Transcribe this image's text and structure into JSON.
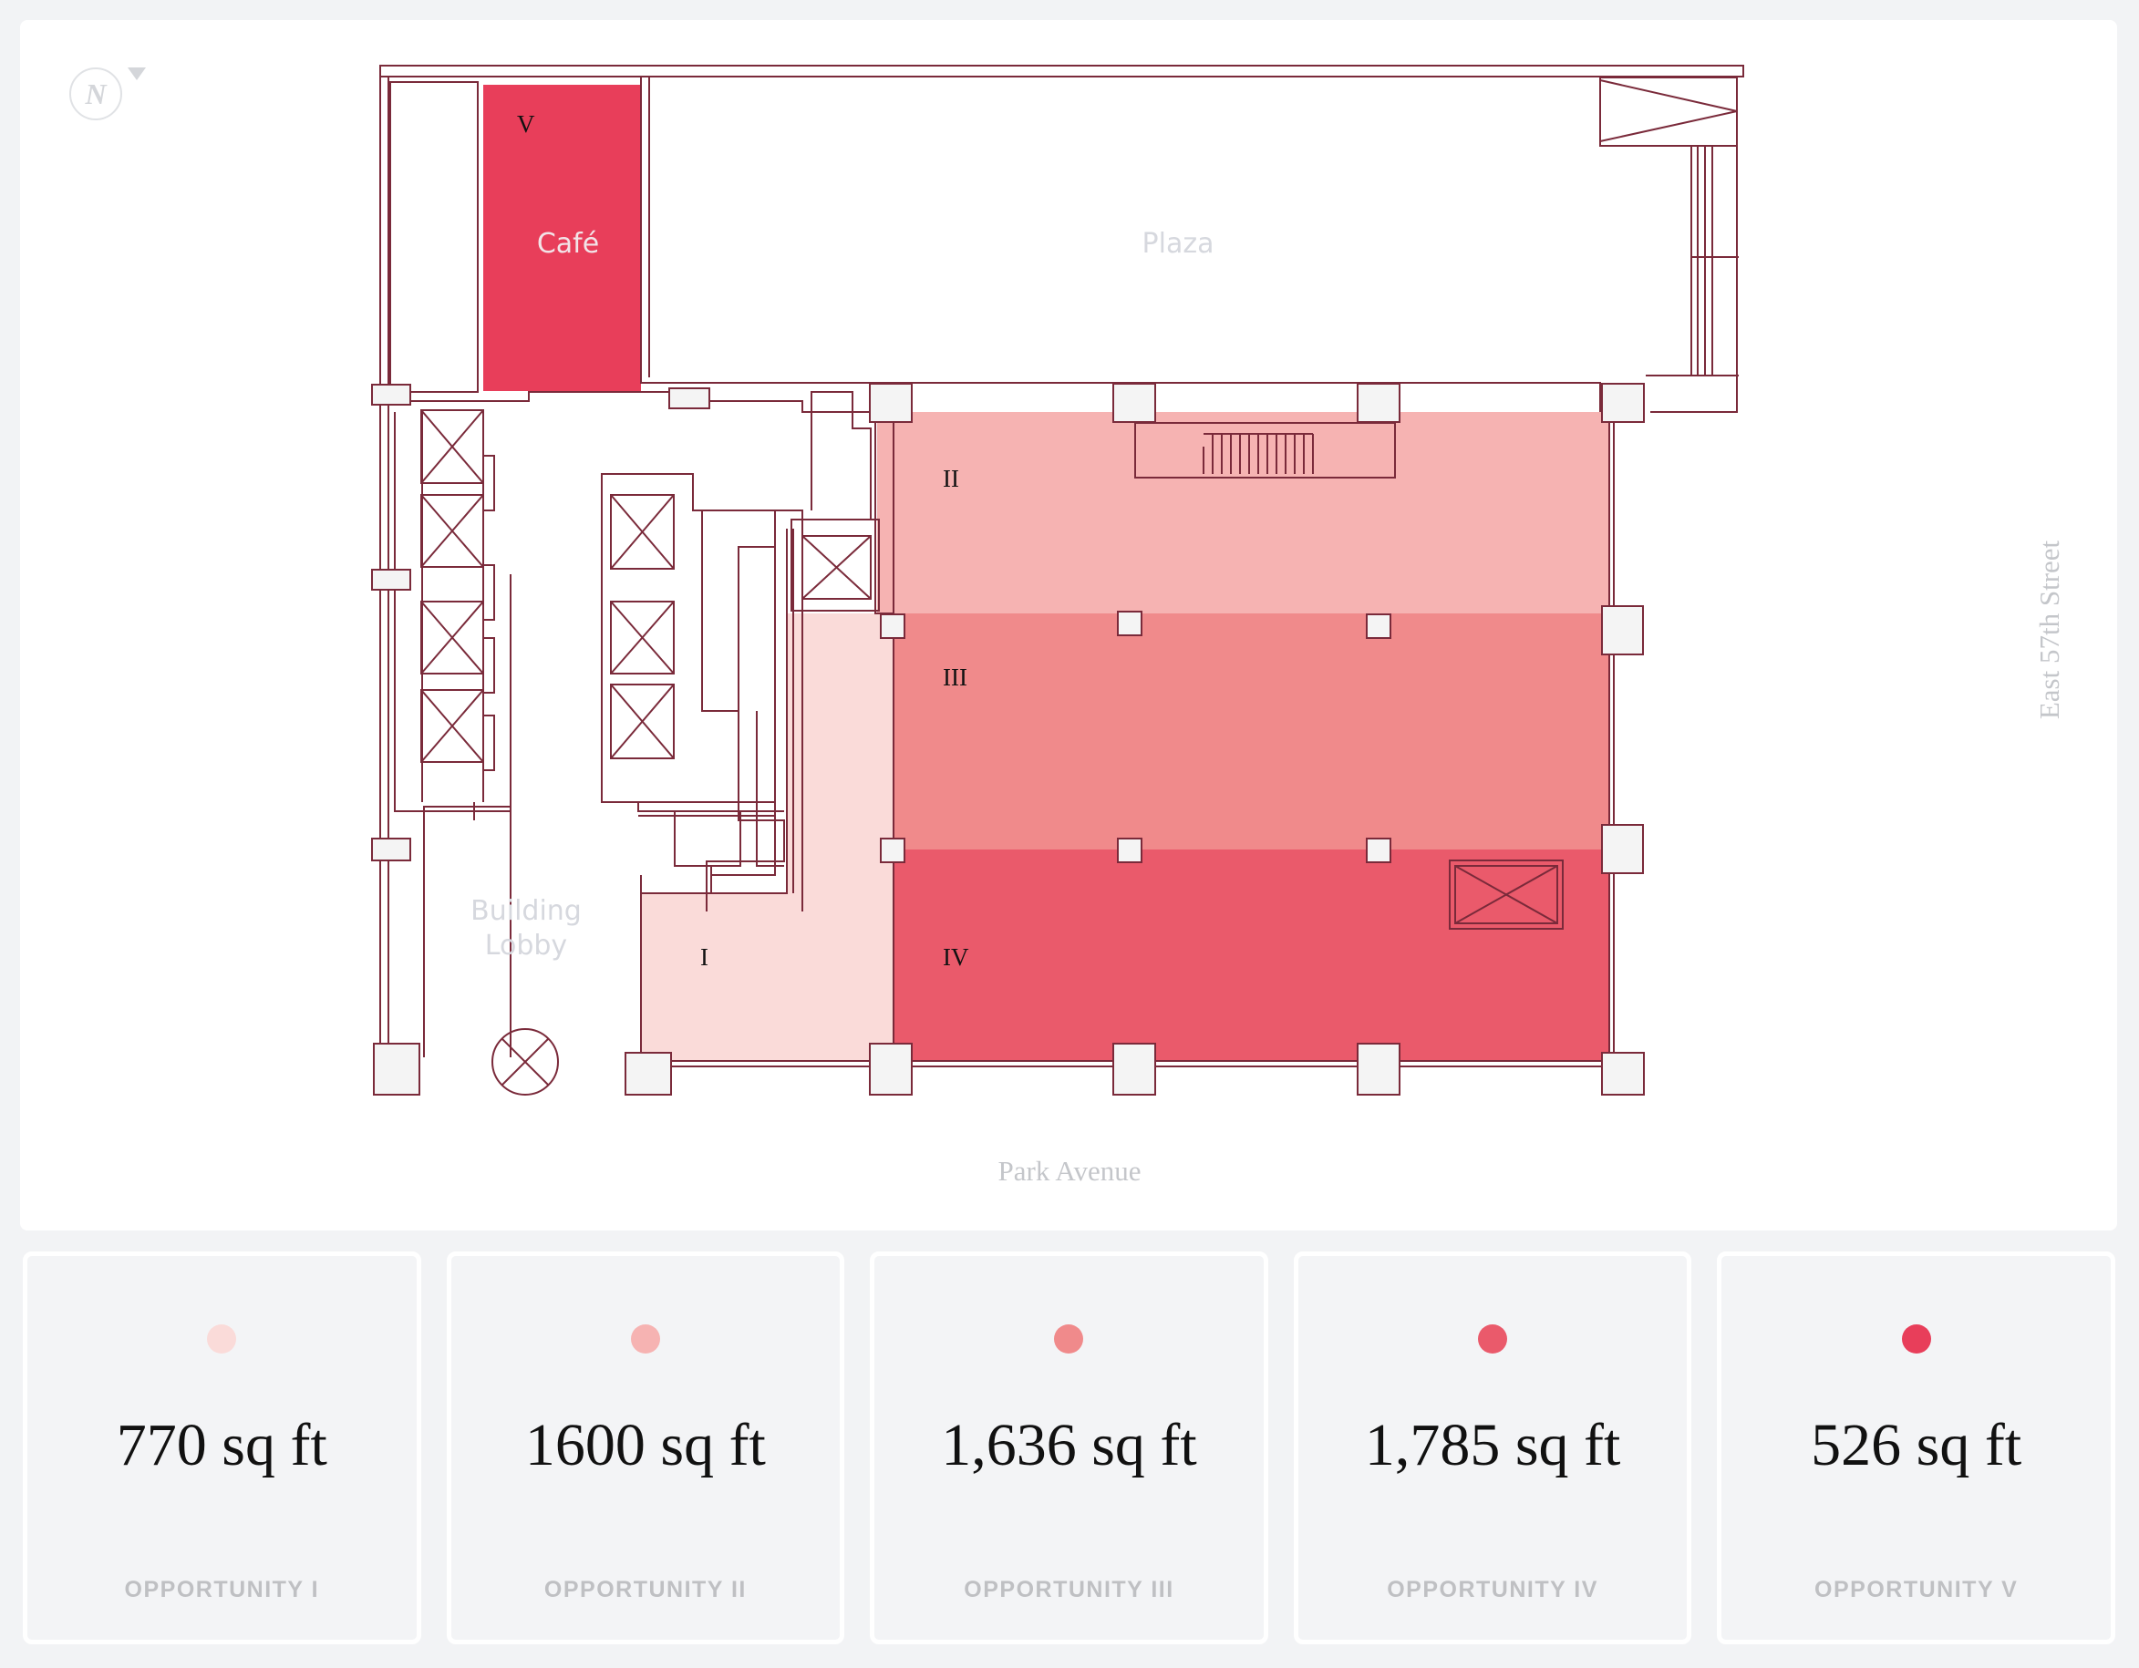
{
  "plan": {
    "rooms": {
      "cafe": "Café",
      "plaza": "Plaza",
      "lobby_line1": "Building",
      "lobby_line2": "Lobby"
    },
    "streets": {
      "bottom": "Park Avenue",
      "right": "East 57th Street"
    },
    "compass": "N",
    "region_labels": {
      "i": "I",
      "ii": "II",
      "iii": "III",
      "iv": "IV",
      "v": "V"
    }
  },
  "colors": {
    "i": "#fadbd9",
    "ii": "#f6b3b2",
    "iii": "#f08a8b",
    "iv": "#ea5a6b",
    "v": "#e83e5a",
    "line": "#7a2a3a"
  },
  "opportunities": [
    {
      "area": "770 sq ft",
      "name": "OPPORTUNITY I",
      "color": "#fadbd9"
    },
    {
      "area": "1600 sq ft",
      "name": "OPPORTUNITY II",
      "color": "#f6b3b2"
    },
    {
      "area": "1,636 sq ft",
      "name": "OPPORTUNITY III",
      "color": "#f08a8b"
    },
    {
      "area": "1,785 sq ft",
      "name": "OPPORTUNITY IV",
      "color": "#ea5a6b"
    },
    {
      "area": "526 sq ft",
      "name": "OPPORTUNITY V",
      "color": "#e83e5a"
    }
  ]
}
